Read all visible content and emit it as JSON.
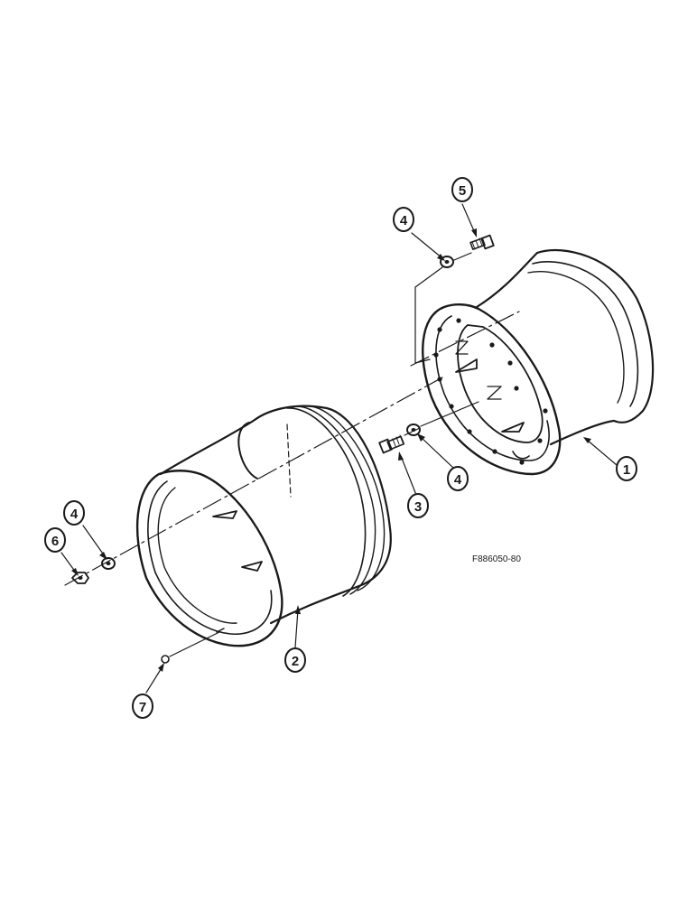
{
  "figure_code": "F886050-80",
  "callouts": {
    "rim_outer": "1",
    "rim_inner": "2",
    "bolt_center": "3",
    "washer_center": "4",
    "washer_top": "4",
    "bolt_top": "5",
    "washer_left": "4",
    "nut_left": "6",
    "valve": "7"
  },
  "colors": {
    "ink": "#1a1a1a",
    "paper": "#ffffff"
  }
}
